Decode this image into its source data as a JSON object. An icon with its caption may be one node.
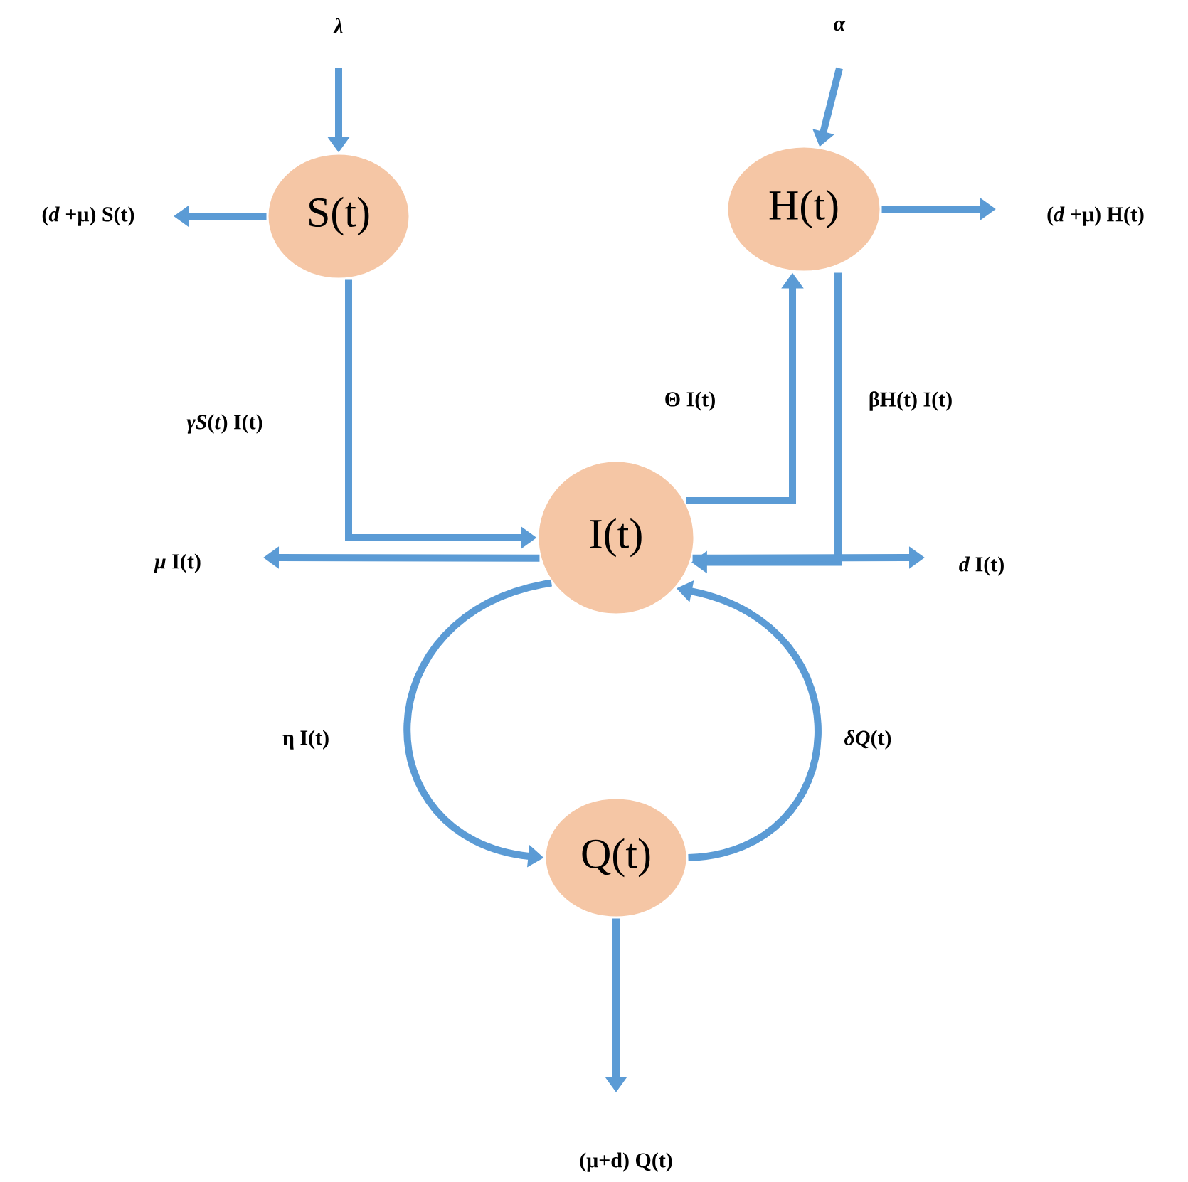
{
  "diagram": {
    "nodes": [
      {
        "text": [
          "S(t)"
        ]
      },
      {
        "text": [
          "H(t)"
        ]
      },
      {
        "text": [
          "I(t)"
        ]
      },
      {
        "text": [
          "Q(t)"
        ]
      }
    ],
    "edges": [
      {
        "from": null,
        "to": 0,
        "arrow": "to",
        "label": "λ"
      },
      {
        "from": null,
        "to": 1,
        "arrow": "to",
        "label": "α"
      },
      {
        "from": 0,
        "to": null,
        "arrow": "to",
        "label": "(*d* +μ) S(t)"
      },
      {
        "from": 1,
        "to": null,
        "arrow": "to",
        "label": "(*d* +μ) H(t)"
      },
      {
        "from": 0,
        "to": 2,
        "arrow": "to",
        "label": "*γS*(*t*) I(t)"
      },
      {
        "from": 2,
        "to": 1,
        "arrow": "to",
        "label": "Θ I(t)"
      },
      {
        "from": 1,
        "to": 2,
        "arrow": "to",
        "label": "βH(t) I(t)"
      },
      {
        "from": 2,
        "to": null,
        "arrow": "to",
        "label": "*μ* I(t)"
      },
      {
        "from": 2,
        "to": null,
        "arrow": "to",
        "label": "*d* I(t)"
      },
      {
        "from": 2,
        "to": 3,
        "arrow": "to",
        "label": "η I(t)"
      },
      {
        "from": 3,
        "to": 2,
        "arrow": "to",
        "label": "*δQ*(t)"
      },
      {
        "from": 3,
        "to": null,
        "arrow": "to",
        "label": "(μ+d) Q(t)"
      }
    ]
  }
}
